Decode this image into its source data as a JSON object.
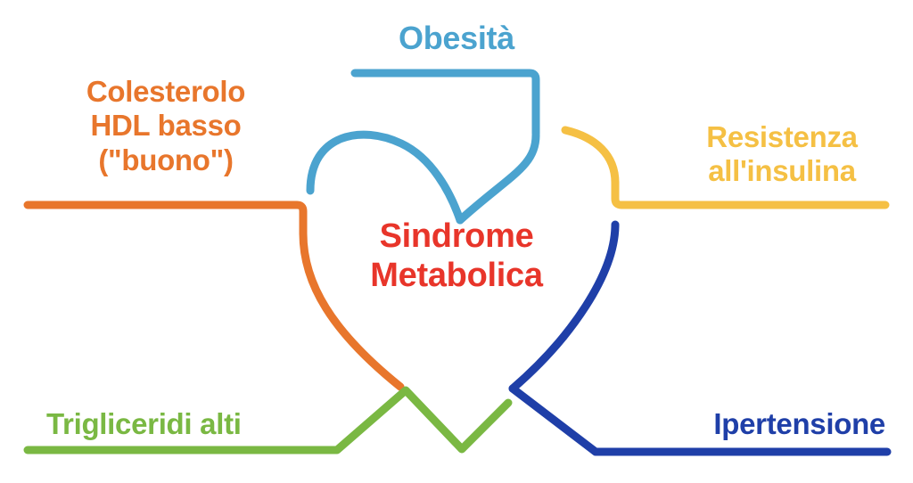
{
  "diagram": {
    "title": "Sindrome Metabolica",
    "center_label": "Sindrome\nMetabolica",
    "center_color": "#E8352A",
    "background": "#ffffff",
    "shape": "heart-outline",
    "factors": [
      {
        "id": "obesita",
        "label": "Obesità",
        "color": "#4BA3CF",
        "position": "top-center",
        "connector": "bracket-down"
      },
      {
        "id": "colesterolo-hdl-basso",
        "label": "Colesterolo\nHDL basso\n(\"buono\")",
        "color": "#E8762C",
        "position": "upper-left",
        "connector": "horizontal-left"
      },
      {
        "id": "resistenza-insulina",
        "label": "Resistenza\nall'insulina",
        "color": "#F5C044",
        "position": "upper-right",
        "connector": "horizontal-right"
      },
      {
        "id": "trigliceridi-alti",
        "label": "Trigliceridi alti",
        "color": "#7AB843",
        "position": "lower-left",
        "connector": "horizontal-left"
      },
      {
        "id": "ipertensione",
        "label": "Ipertensione",
        "color": "#1F3FA8",
        "position": "lower-right",
        "connector": "horizontal-right"
      }
    ]
  }
}
